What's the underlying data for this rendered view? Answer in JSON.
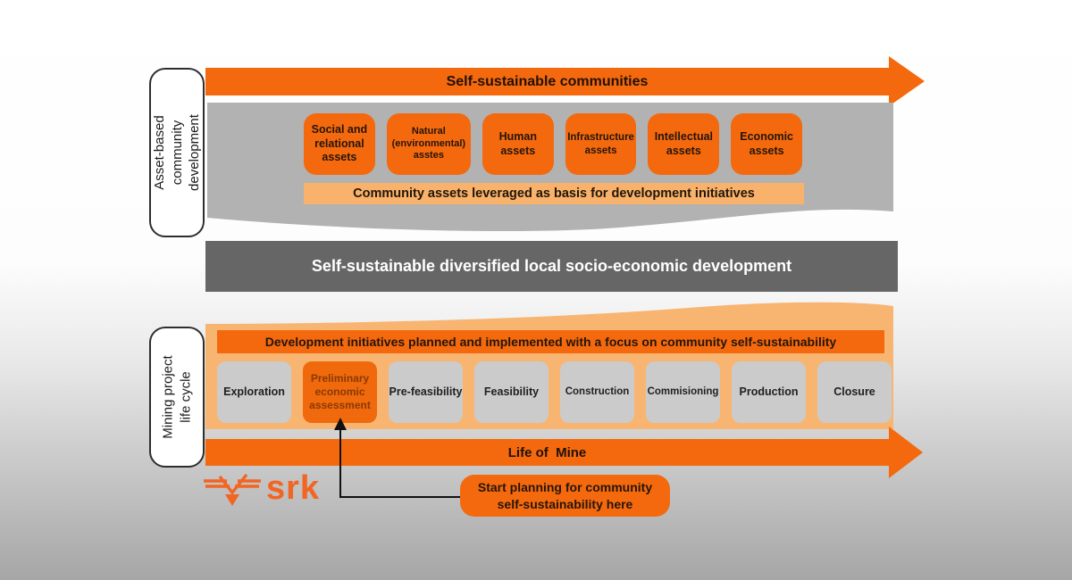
{
  "diagram": {
    "top": {
      "side_label": "Asset-based\ncommunity\ndevelopment",
      "arrow_label": "Self-sustainable communities",
      "assets": [
        "Social and\nrelational\nassets",
        "Natural\n(environmental)\nasstes",
        "Human\nassets",
        "Infrastructure\nassets",
        "Intellectual\nassets",
        "Economic\nassets"
      ],
      "strip_label": "Community assets leveraged as basis for development initiatives"
    },
    "middle": {
      "label": "Self-sustainable diversified local socio-economic development"
    },
    "bottom": {
      "side_label": "Mining project\nlife cycle",
      "header_label": "Development initiatives planned and implemented with a focus on community self-sustainability",
      "phases": [
        "Exploration",
        "Preliminary\neconomic\nassessment",
        "Pre-feasibility",
        "Feasibility",
        "Construction",
        "Commisioning",
        "Production",
        "Closure"
      ],
      "highlighted_phase": "Preliminary economic assessment",
      "arrow_label": "Life of  Mine"
    },
    "callout_label": "Start planning for community\nself-sustainability here",
    "logo_text": "srk"
  },
  "colors": {
    "orange": "#F4690E",
    "light_orange": "#F8B26B",
    "gray_band": "#B2B2B2",
    "dark_gray_band": "#666666",
    "phase_gray": "#CBCBCB",
    "logo_orange": "#F26522",
    "text_dark": "#24150a",
    "text_white": "#ffffff",
    "highlight_phase_text": "#8a3a05"
  }
}
